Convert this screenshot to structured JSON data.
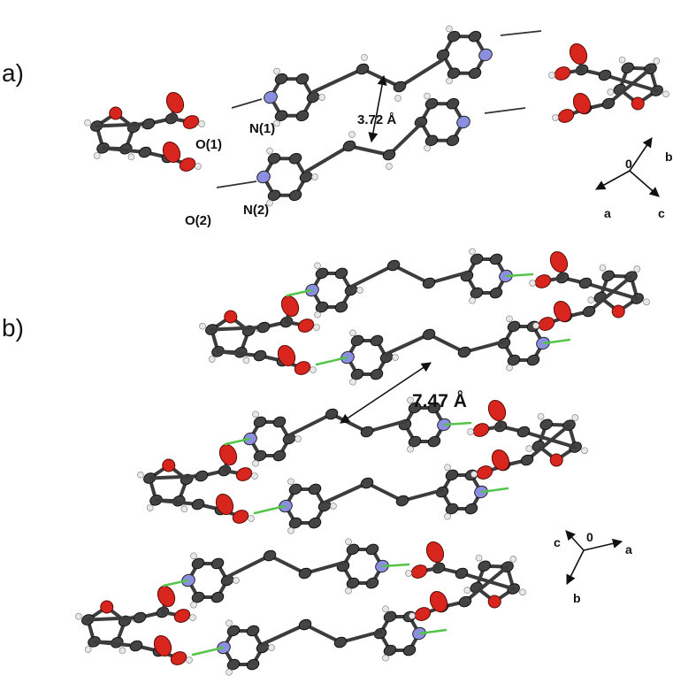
{
  "panels": [
    {
      "label": "a)",
      "atom_labels": [
        "N(1)",
        "O(1)",
        "O(2)",
        "N(2)"
      ],
      "distance": "3.72 Å",
      "axes": {
        "origin": "0",
        "a": "a",
        "b": "b",
        "c": "c"
      }
    },
    {
      "label": "b)",
      "distance": "7.47 Å",
      "axes": {
        "origin": "0",
        "a": "a",
        "b": "b",
        "c": "c"
      }
    }
  ],
  "colors": {
    "carbon": "#444444",
    "oxygen": "#d8261e",
    "nitrogen": "#8c8fe0",
    "hydrogen": "#e8e8e8",
    "hydrogen_bond": "#55c44a"
  }
}
